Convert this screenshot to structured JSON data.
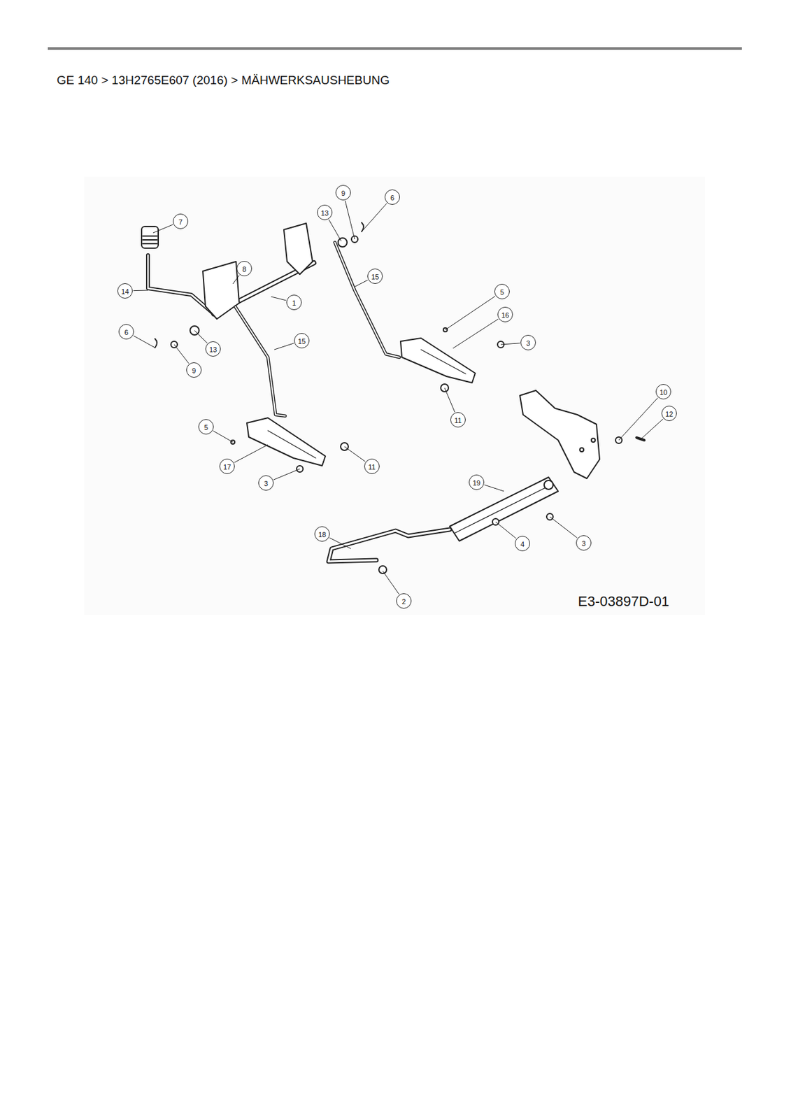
{
  "diagram": {
    "title": "GE 140  >  13H2765E607 (2016)  >  MÄHWERKSAUSHEBUNG",
    "labels": [
      "9",
      "6",
      "7",
      "13",
      "8",
      "15",
      "14",
      "1",
      "5",
      "16",
      "6",
      "13",
      "15",
      "3",
      "9",
      "10",
      "12",
      "11",
      "5",
      "17",
      "11",
      "3",
      "19",
      "18",
      "4",
      "3",
      "2",
      "E3-03897D-01"
    ]
  }
}
